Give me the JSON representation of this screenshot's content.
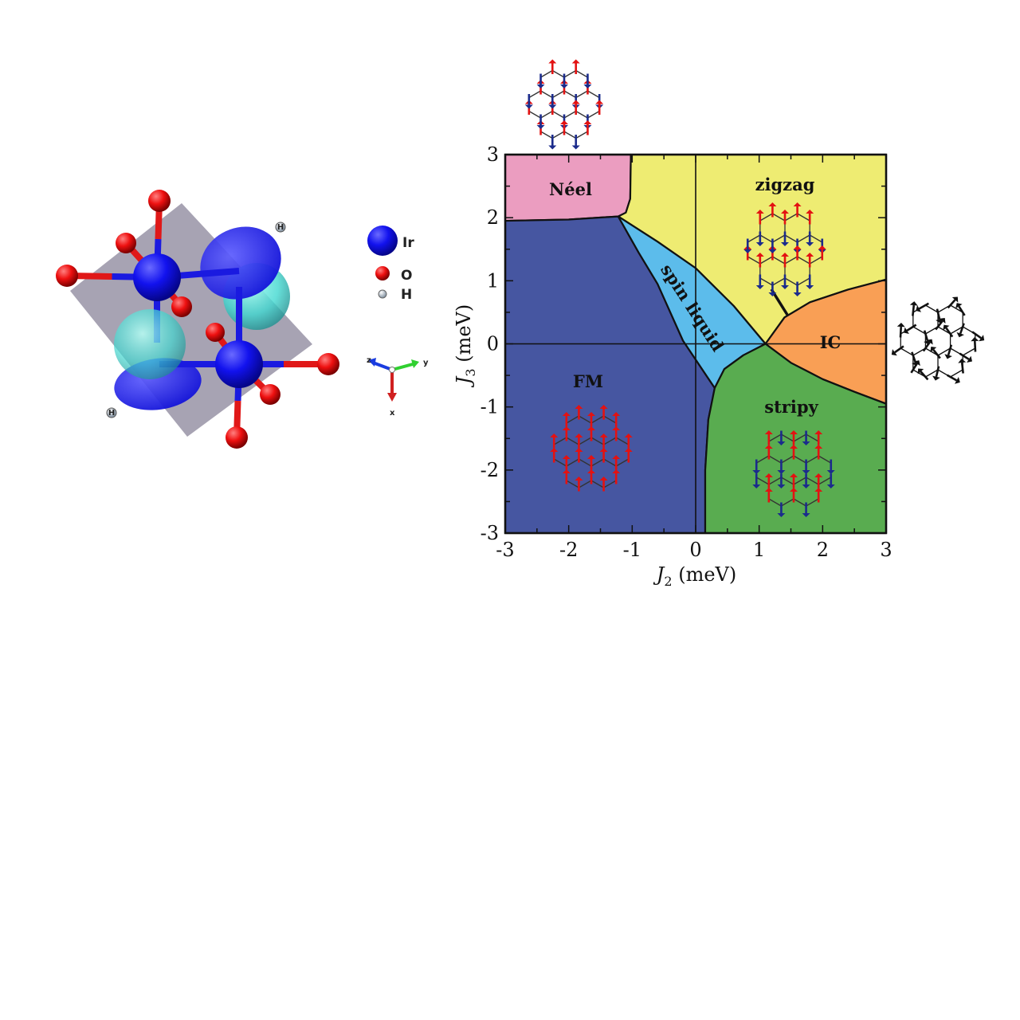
{
  "molecule": {
    "legend": [
      {
        "label": "Ir",
        "color": "#1010e8"
      },
      {
        "label": "O",
        "color": "#e01010"
      },
      {
        "label": "H",
        "color": "#ffffff"
      }
    ],
    "hydrogen_label": "H",
    "axes": {
      "x": "x",
      "y": "y",
      "z": "z"
    }
  },
  "chart_data": {
    "type": "area",
    "title": "",
    "xlabel_symbol": "J",
    "xlabel_sub": "2",
    "xlabel_unit": " (meV)",
    "ylabel_symbol": "J",
    "ylabel_sub": "3",
    "ylabel_unit": " (meV)",
    "xlim": [
      -3,
      3
    ],
    "ylim": [
      -3,
      3
    ],
    "xticks": [
      "-3",
      "-2",
      "-1",
      "0",
      "1",
      "2",
      "3"
    ],
    "yticks": [
      "-3",
      "-2",
      "-1",
      "0",
      "1",
      "2",
      "3"
    ],
    "minor_tick_step": 0.5,
    "reference_lines": {
      "x": 0,
      "y": 0
    },
    "regions": [
      {
        "label": "Néel",
        "color": "#eb9dc0",
        "boundary": [
          [
            -3,
            3
          ],
          [
            -1.02,
            3
          ],
          [
            -1.03,
            2.3
          ],
          [
            -1.1,
            2.08
          ],
          [
            -1.22,
            2.02
          ],
          [
            -2,
            1.97
          ],
          [
            -3,
            1.95
          ]
        ]
      },
      {
        "label": "zigzag",
        "color": "#eeec72",
        "boundary": [
          [
            -1.02,
            3
          ],
          [
            3,
            3
          ],
          [
            3,
            1.02
          ],
          [
            2.4,
            0.86
          ],
          [
            1.8,
            0.66
          ],
          [
            1.4,
            0.42
          ],
          [
            1.1,
            0
          ],
          [
            0.6,
            0.6
          ],
          [
            0,
            1.2
          ],
          [
            -0.6,
            1.62
          ],
          [
            -1.22,
            2.02
          ],
          [
            -1.1,
            2.08
          ],
          [
            -1.03,
            2.3
          ]
        ]
      },
      {
        "label": "FM",
        "color": "#4656a1",
        "boundary": [
          [
            -3,
            1.95
          ],
          [
            -2,
            1.97
          ],
          [
            -1.22,
            2.02
          ],
          [
            -0.9,
            1.45
          ],
          [
            -0.6,
            0.95
          ],
          [
            -0.2,
            0.05
          ],
          [
            0.3,
            -0.7
          ],
          [
            0.2,
            -1.2
          ],
          [
            0.15,
            -2
          ],
          [
            0.15,
            -3
          ],
          [
            -3,
            -3
          ]
        ]
      },
      {
        "label": "spin liquid",
        "color": "#5cbceb",
        "boundary": [
          [
            -1.22,
            2.02
          ],
          [
            -0.6,
            1.62
          ],
          [
            0,
            1.2
          ],
          [
            0.6,
            0.6
          ],
          [
            1.1,
            0
          ],
          [
            0.75,
            -0.18
          ],
          [
            0.45,
            -0.4
          ],
          [
            0.3,
            -0.7
          ],
          [
            -0.2,
            0.05
          ],
          [
            -0.6,
            0.95
          ],
          [
            -0.9,
            1.45
          ]
        ]
      },
      {
        "label": "IC",
        "color": "#f99f55",
        "boundary": [
          [
            1.1,
            0
          ],
          [
            1.4,
            0.42
          ],
          [
            1.8,
            0.66
          ],
          [
            2.4,
            0.86
          ],
          [
            3,
            1.02
          ],
          [
            3,
            -0.95
          ],
          [
            2.5,
            -0.76
          ],
          [
            2,
            -0.56
          ],
          [
            1.5,
            -0.3
          ]
        ]
      },
      {
        "label": "stripy",
        "color": "#59ac50",
        "boundary": [
          [
            0.3,
            -0.7
          ],
          [
            0.45,
            -0.4
          ],
          [
            0.75,
            -0.18
          ],
          [
            1.1,
            0
          ],
          [
            1.5,
            -0.3
          ],
          [
            2,
            -0.56
          ],
          [
            2.5,
            -0.76
          ],
          [
            3,
            -0.95
          ],
          [
            3,
            -3
          ],
          [
            0.15,
            -3
          ],
          [
            0.15,
            -2
          ],
          [
            0.2,
            -1.2
          ]
        ]
      }
    ],
    "insets": [
      {
        "name": "neel",
        "pattern": "neel"
      },
      {
        "name": "zigzag",
        "pattern": "zigzag"
      },
      {
        "name": "fm",
        "pattern": "fm"
      },
      {
        "name": "stripy",
        "pattern": "stripy"
      },
      {
        "name": "ic",
        "pattern": "ic"
      }
    ],
    "spin_colors": {
      "up": "#e31212",
      "down": "#1b2b8c",
      "ic": "#111111"
    }
  }
}
